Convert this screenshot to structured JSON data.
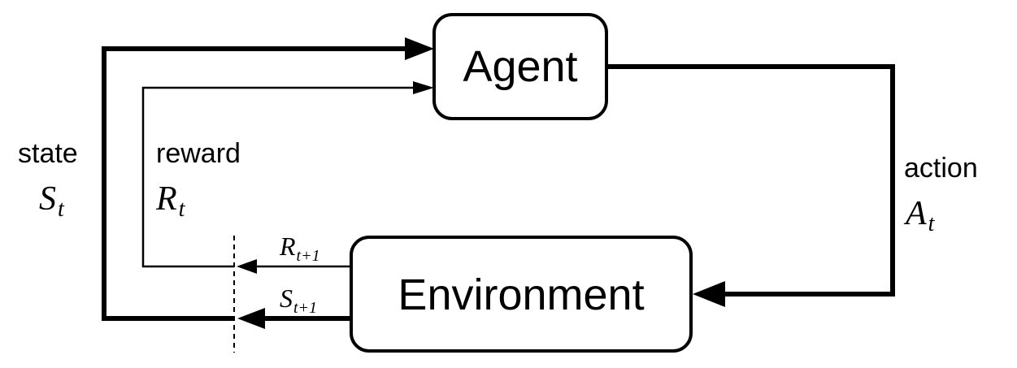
{
  "agent": {
    "label": "Agent"
  },
  "environment": {
    "label": "Environment"
  },
  "state": {
    "word": "state",
    "symbol": "S",
    "subscript": "t"
  },
  "reward": {
    "word": "reward",
    "symbol": "R",
    "subscript": "t"
  },
  "action": {
    "word": "action",
    "symbol": "A",
    "subscript": "t"
  },
  "next_reward": {
    "symbol": "R",
    "subscript": "t+1"
  },
  "next_state": {
    "symbol": "S",
    "subscript": "t+1"
  }
}
